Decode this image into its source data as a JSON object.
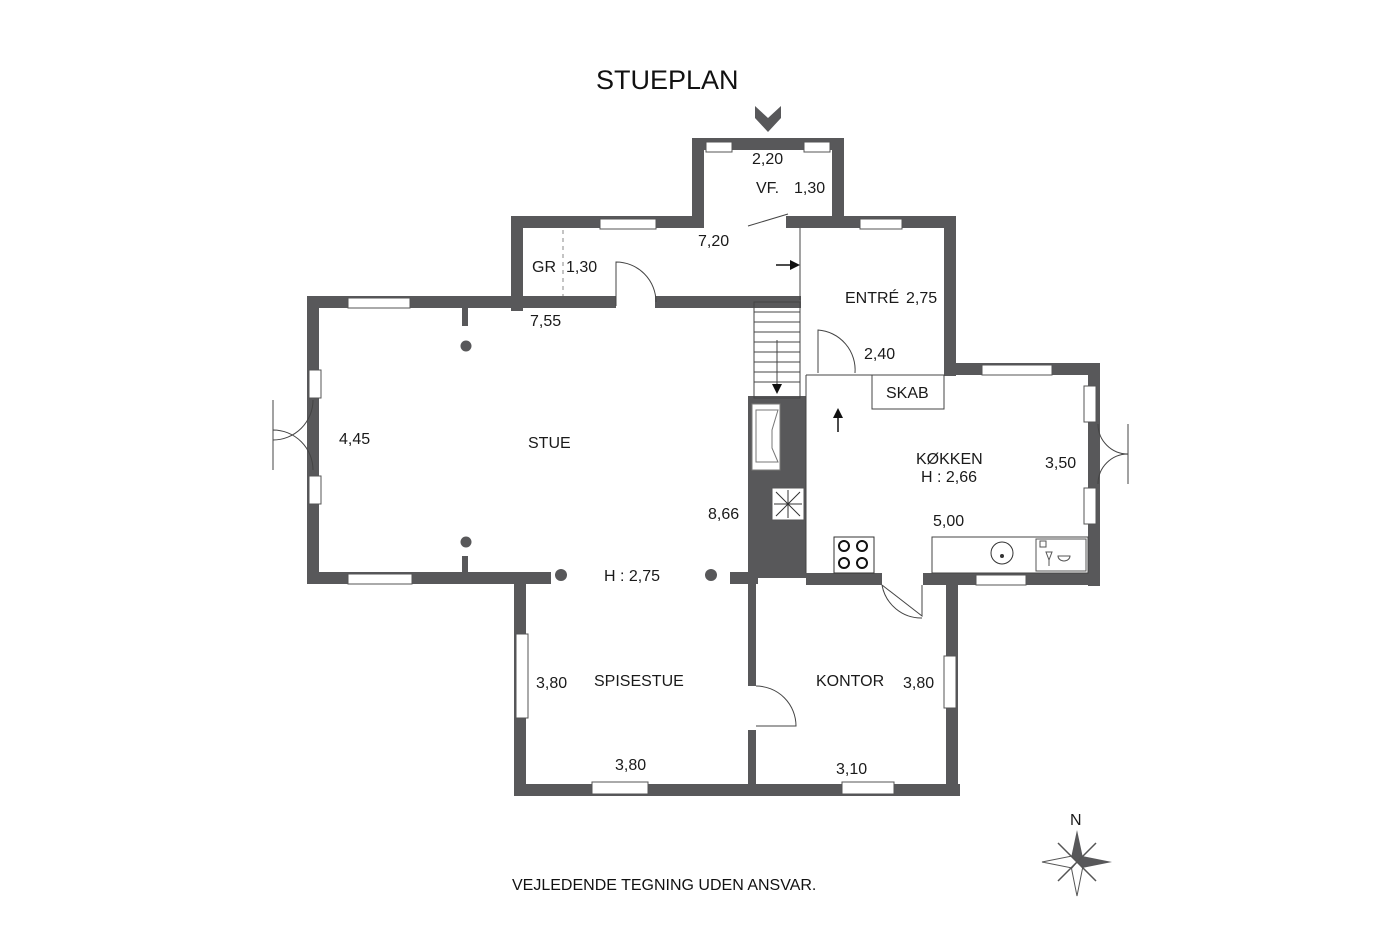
{
  "title": "STUEPLAN",
  "footer": "VEJLEDENDE TEGNING UDEN ANSVAR.",
  "compass_label": "N",
  "wall_color": "#58585a",
  "rooms": {
    "vf": {
      "name": "VF.",
      "dim_w": "2,20",
      "dim_d": "1,30"
    },
    "hall": {
      "dim": "7,20"
    },
    "gr": {
      "name": "GR",
      "dim": "1,30"
    },
    "entre": {
      "name": "ENTRÉ",
      "dim_a": "2,75",
      "dim_b": "2,40"
    },
    "stue": {
      "name": "STUE",
      "dim_top": "7,55",
      "dim_side": "4,45",
      "dim_long": "8,66",
      "height": "H : 2,75"
    },
    "skab": {
      "name": "SKAB"
    },
    "kokken": {
      "name": "KØKKEN",
      "height": "H : 2,66",
      "dim_side": "3,50",
      "dim_w": "5,00"
    },
    "spisestue": {
      "name": "SPISESTUE",
      "dim_side": "3,80",
      "dim_bottom": "3,80"
    },
    "kontor": {
      "name": "KONTOR",
      "dim_side": "3,80",
      "dim_bottom": "3,10"
    }
  }
}
